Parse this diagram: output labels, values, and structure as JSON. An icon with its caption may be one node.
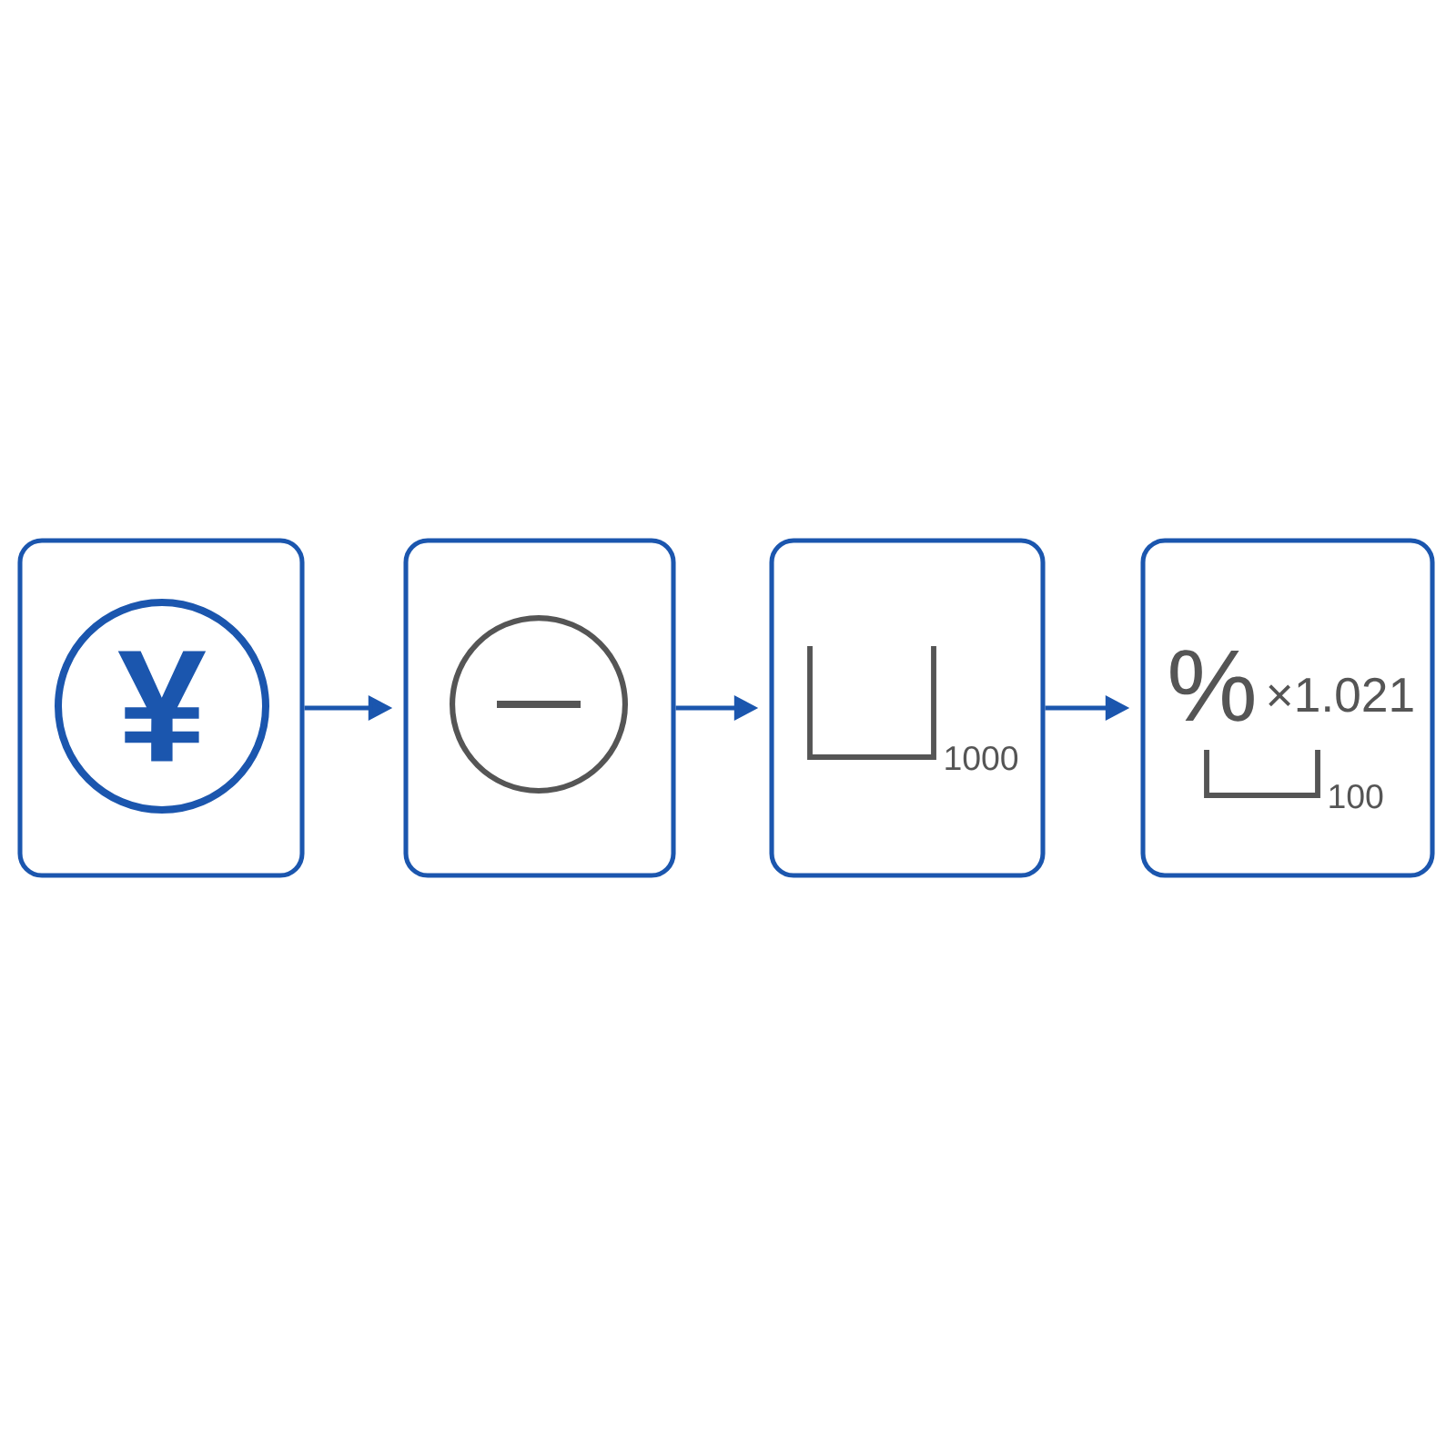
{
  "diagram": {
    "nodes": [
      {
        "text": [
          "¥"
        ]
      },
      {
        "text": [],
        "shape": "box"
      },
      {
        "text": [
          "1000"
        ]
      },
      {
        "text": [
          "%",
          "×1.021",
          "100"
        ]
      }
    ],
    "edges": [
      {
        "from": 0,
        "to": 1,
        "arrow": "to"
      },
      {
        "from": 1,
        "to": 2,
        "arrow": "to"
      },
      {
        "from": 2,
        "to": 3,
        "arrow": "to"
      }
    ]
  }
}
